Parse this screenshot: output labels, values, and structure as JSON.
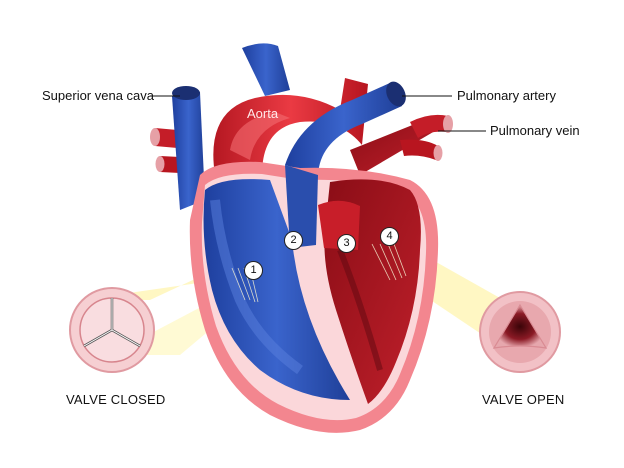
{
  "labels": {
    "superior_vena_cava": "Superior vena cava",
    "pulmonary_artery": "Pulmonary artery",
    "pulmonary_vein": "Pulmonary vein",
    "aorta": "Aorta"
  },
  "captions": {
    "closed": "VALVE CLOSED",
    "open": "VALVE OPEN"
  },
  "valve_numbers": [
    "1",
    "2",
    "3",
    "4"
  ],
  "colors": {
    "deoxygenated": "#2e55b8",
    "oxygenated": "#e8323c",
    "myocardium": "#f07a85",
    "callout": "#fff6b8"
  }
}
